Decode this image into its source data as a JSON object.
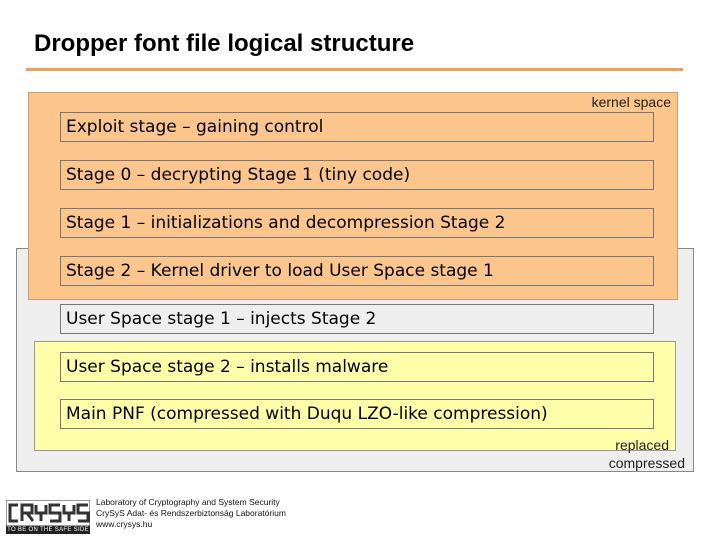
{
  "title": "Dropper font file logical structure",
  "regions": {
    "kernel_label": "kernel space",
    "replaced_label": "replaced",
    "compressed_label": "compressed"
  },
  "stages": [
    "Exploit stage – gaining control",
    "Stage 0 – decrypting Stage 1 (tiny code)",
    "Stage 1 – initializations and decompression Stage 2",
    "Stage 2 – Kernel driver to load User Space stage 1",
    "User Space stage 1 – injects Stage 2",
    "User Space stage 2 – installs malware",
    "Main PNF (compressed with Duqu LZO-like compression)"
  ],
  "footer": {
    "logo_text": "CRYSYS",
    "logo_tagline": "TO BE ON THE SAFE SIDE",
    "line1": "Laboratory of Cryptography and System Security",
    "line2": "CrySyS Adat- és Rendszerbiztonság Laboratórium",
    "line3": "www.crysys.hu"
  },
  "colors": {
    "kernel_space": "#fbc58c",
    "compressed": "#eeeeee",
    "replaced": "#ffffaa",
    "title_rule": "#f0a050"
  }
}
